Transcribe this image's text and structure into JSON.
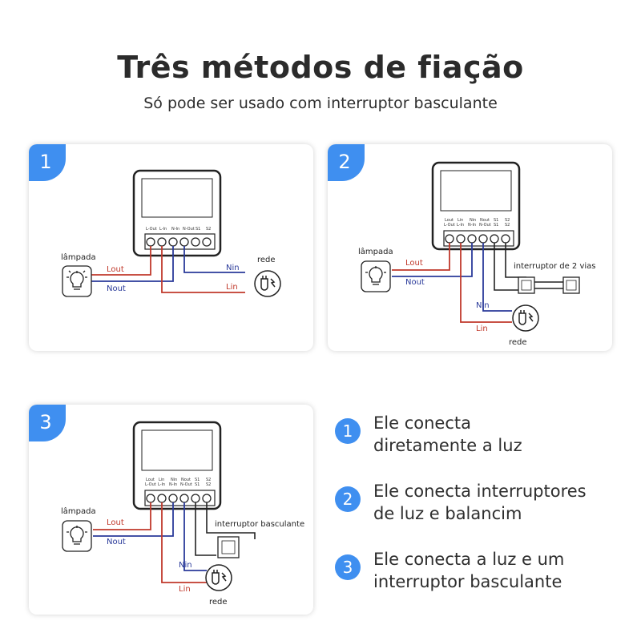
{
  "title": "Três métodos de fiação",
  "subtitle": "Só pode ser usado com interruptor basculante",
  "labels": {
    "lamp": "lâmpada",
    "grid": "rede",
    "lout": "Lout",
    "nout": "Nout",
    "nin": "Nin",
    "lin": "Lin",
    "two_way": "interruptor de 2 vias",
    "rocker": "interruptor basculante"
  },
  "panels": [
    {
      "number": "1"
    },
    {
      "number": "2"
    },
    {
      "number": "3"
    }
  ],
  "terminal_labels": {
    "top": [
      "Lout",
      "Lin",
      "Nin",
      "Nout",
      "S1",
      "S2"
    ],
    "bottom": [
      "L-Out",
      "L-In",
      "N-In",
      "N-Out",
      "S1",
      "S2"
    ]
  },
  "legend": [
    {
      "number": "1",
      "line1": "Ele conecta",
      "line2": "diretamente a luz"
    },
    {
      "number": "2",
      "line1": "Ele conecta interruptores",
      "line2": "de luz e balancim"
    },
    {
      "number": "3",
      "line1": "Ele conecta a luz e um",
      "line2": "interruptor basculante"
    }
  ],
  "colors": {
    "accent": "#3f8ff0",
    "live_wire": "#c0392b",
    "neutral_wire": "#2a3a9a",
    "switch_wire": "#222222"
  }
}
